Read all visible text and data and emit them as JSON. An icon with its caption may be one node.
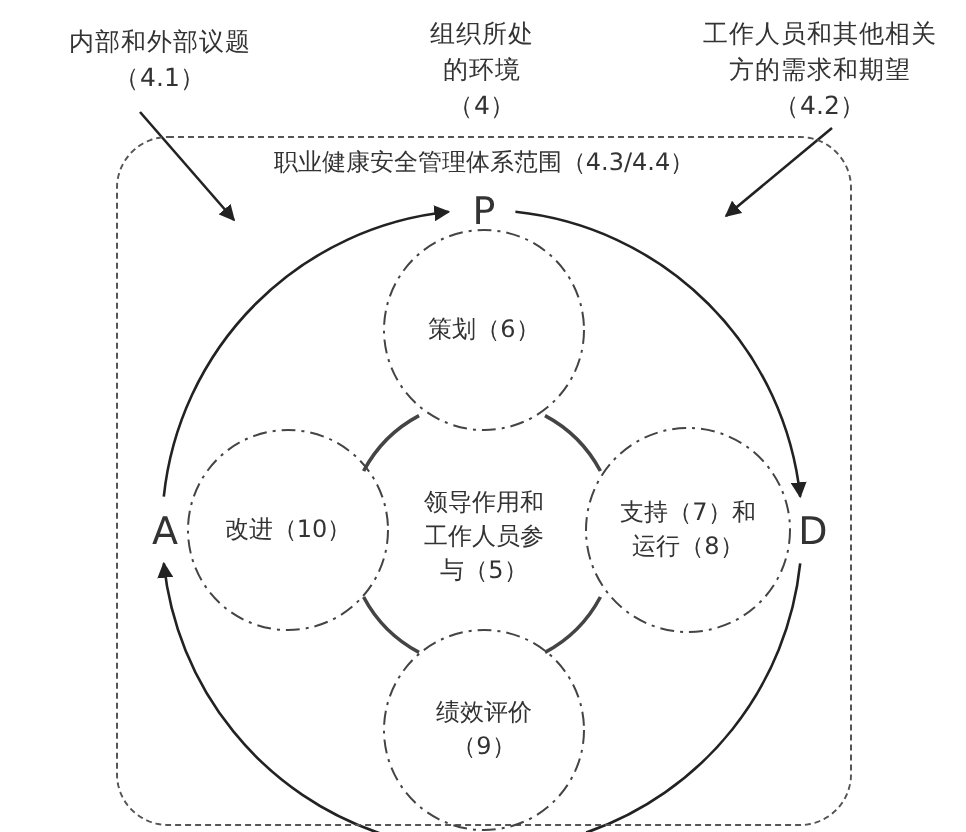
{
  "diagram": {
    "nodes": [
      {
        "text": [
          "职业健康安全管理体系范围（4.3/4.4）"
        ]
      },
      {
        "text": [
          "内部和外部议题（4.1）"
        ]
      },
      {
        "text": [
          "工作人员和其他相关方的需求和期望（4.2）"
        ]
      },
      {
        "text": [
          "P"
        ],
        "in": 0
      },
      {
        "text": [
          "D"
        ],
        "in": 0
      },
      {
        "text": [
          "A"
        ],
        "in": 0
      },
      {
        "text": [
          "领导作用和工作人员参与（5）"
        ],
        "in": 0
      },
      {
        "text": [
          "策划（6）"
        ],
        "in": 0
      },
      {
        "text": [
          "支持（7）和运行（8）"
        ],
        "in": 0
      },
      {
        "text": [
          "绩效评价（9）"
        ],
        "in": 0
      },
      {
        "text": [
          "改进（10）"
        ],
        "in": 0
      }
    ],
    "edges": [
      {
        "from": 1,
        "to": 0,
        "arrow": "to"
      },
      {
        "from": 2,
        "to": 0,
        "arrow": "to"
      },
      {
        "from": 5,
        "to": 3,
        "arrow": "to"
      },
      {
        "from": 3,
        "to": 4,
        "arrow": "to"
      },
      {
        "from": 4,
        "to": null,
        "arrow": "none"
      },
      {
        "from": null,
        "to": 5,
        "arrow": "to"
      }
    ],
    "labels": [
      "组织所处的环境（4）"
    ]
  }
}
